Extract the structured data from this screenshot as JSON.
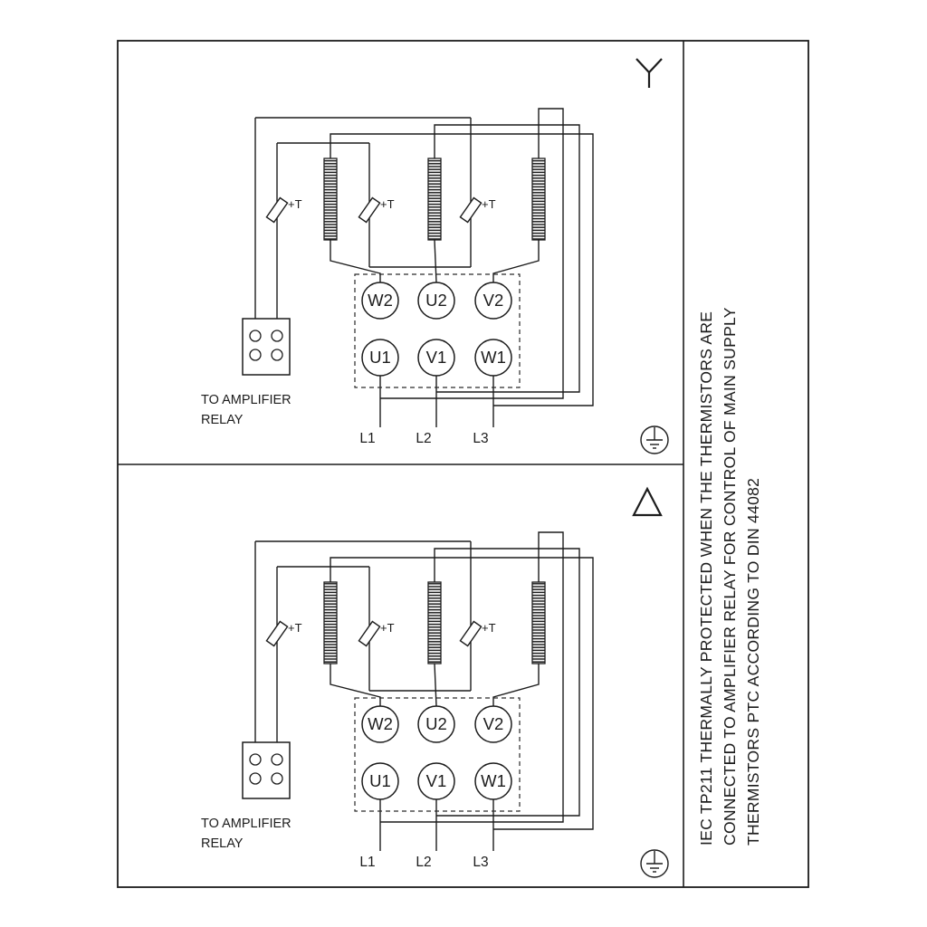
{
  "panels": [
    {
      "id": "star",
      "symbol": "star",
      "terminals_top": [
        "W2",
        "U2",
        "V2"
      ],
      "terminals_bottom": [
        "U1",
        "V1",
        "W1"
      ],
      "supply": [
        "L1",
        "L2",
        "L3"
      ],
      "thermistor_label": "+T",
      "relay_caption": [
        "TO AMPLIFIER",
        "RELAY"
      ]
    },
    {
      "id": "delta",
      "symbol": "delta",
      "terminals_top": [
        "W2",
        "U2",
        "V2"
      ],
      "terminals_bottom": [
        "U1",
        "V1",
        "W1"
      ],
      "supply": [
        "L1",
        "L2",
        "L3"
      ],
      "thermistor_label": "+T",
      "relay_caption": [
        "TO AMPLIFIER",
        "RELAY"
      ]
    }
  ],
  "side_note": {
    "lines": [
      "IEC TP211 THERMALLY PROTECTED WHEN THE THERMISTORS ARE",
      "CONNECTED TO AMPLIFIER RELAY FOR CONTROL OF MAIN SUPPLY",
      "THERMISTORS PTC ACCORDING TO DIN 44082"
    ]
  },
  "colors": {
    "line": "#1c1c1c",
    "background": "#ffffff"
  }
}
